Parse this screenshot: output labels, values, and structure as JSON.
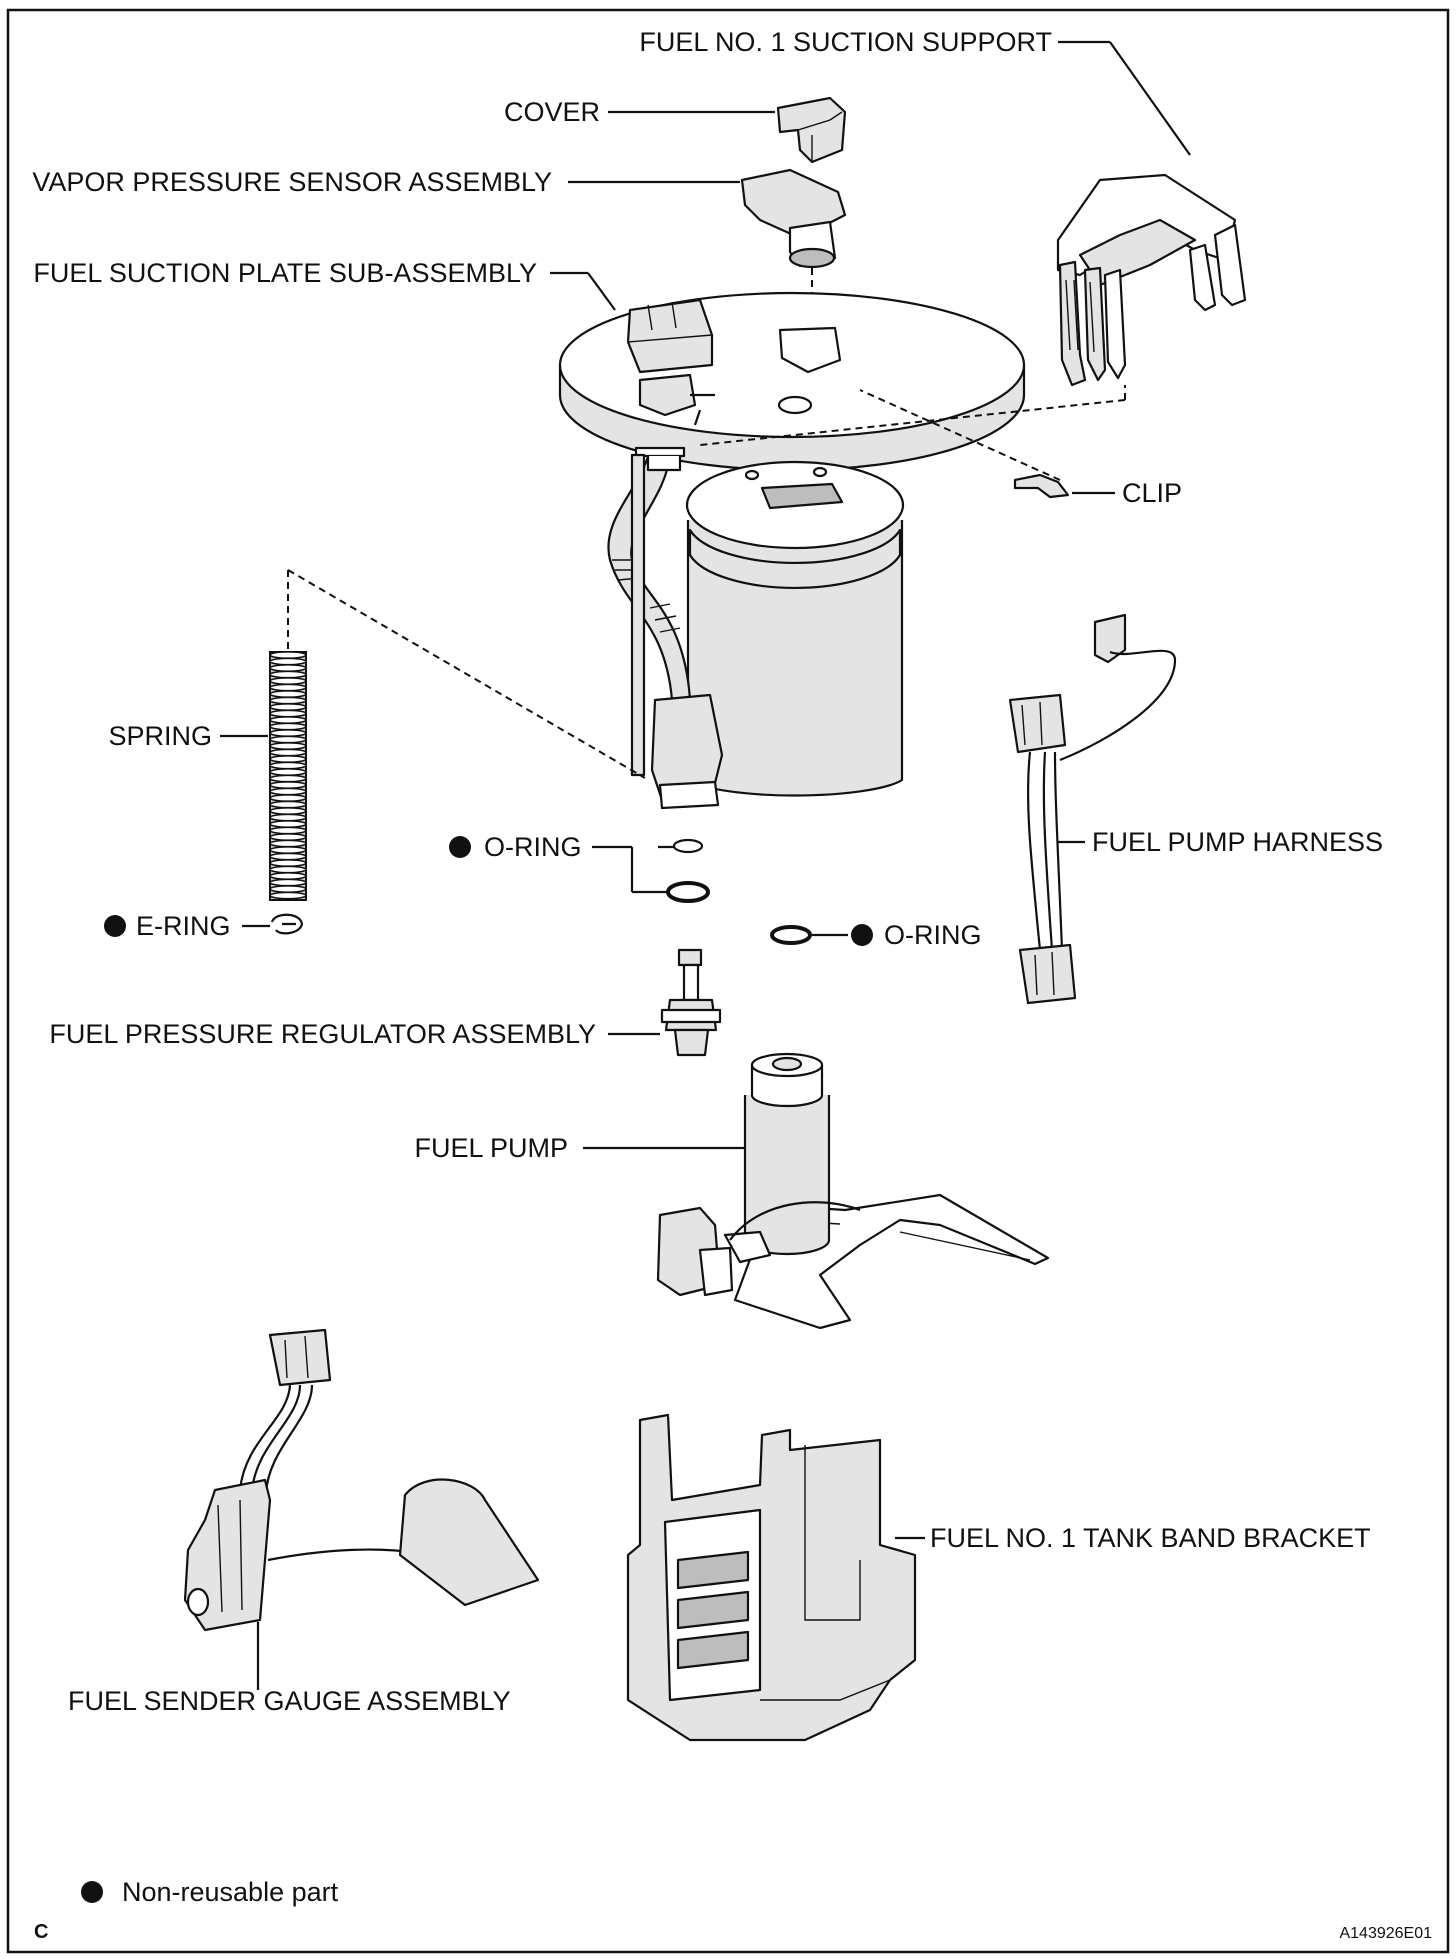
{
  "diagram": {
    "labels": {
      "suction_support": "FUEL NO. 1 SUCTION SUPPORT",
      "cover": "COVER",
      "vapor_sensor": "VAPOR PRESSURE SENSOR ASSEMBLY",
      "suction_plate": "FUEL SUCTION PLATE SUB-ASSEMBLY",
      "clip": "CLIP",
      "spring": "SPRING",
      "o_ring_1": "O-RING",
      "o_ring_2": "O-RING",
      "e_ring": "E-RING",
      "fuel_pump_harness": "FUEL PUMP HARNESS",
      "pressure_regulator": "FUEL PRESSURE REGULATOR ASSEMBLY",
      "fuel_pump": "FUEL PUMP",
      "tank_band_bracket": "FUEL NO. 1 TANK BAND BRACKET",
      "sender_gauge": "FUEL SENDER GAUGE ASSEMBLY"
    },
    "legend": {
      "non_reusable": "Non-reusable part"
    },
    "corner_left": "C",
    "corner_right": "A143926E01"
  }
}
